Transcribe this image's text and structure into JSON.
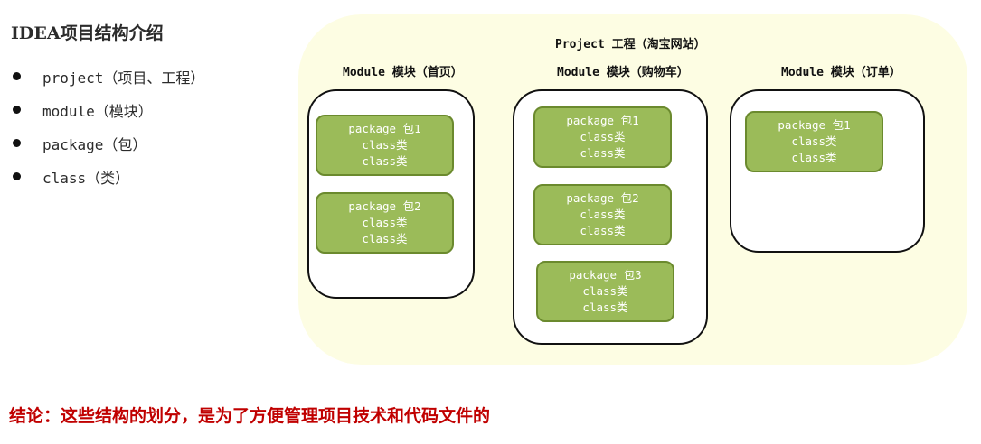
{
  "title": "IDEA项目结构介绍",
  "bullets": [
    {
      "label": "project（项目、工程）"
    },
    {
      "label": "module（模块）"
    },
    {
      "label": "package（包）"
    },
    {
      "label": "class（类）"
    }
  ],
  "project": {
    "label": "Project 工程（淘宝网站）",
    "modules": [
      {
        "label": "Module 模块（首页）",
        "packages": [
          {
            "name": "package 包1",
            "classes": [
              "class类",
              "class类"
            ]
          },
          {
            "name": "package 包2",
            "classes": [
              "class类",
              "class类"
            ]
          }
        ]
      },
      {
        "label": "Module 模块（购物车）",
        "packages": [
          {
            "name": "package 包1",
            "classes": [
              "class类",
              "class类"
            ]
          },
          {
            "name": "package 包2",
            "classes": [
              "class类",
              "class类"
            ]
          },
          {
            "name": "package 包3",
            "classes": [
              "class类",
              "class类"
            ]
          }
        ]
      },
      {
        "label": "Module 模块（订单）",
        "packages": [
          {
            "name": "package 包1",
            "classes": [
              "class类",
              "class类"
            ]
          }
        ]
      }
    ]
  },
  "conclusion": "结论：这些结构的划分，是为了方便管理项目技术和代码文件的"
}
